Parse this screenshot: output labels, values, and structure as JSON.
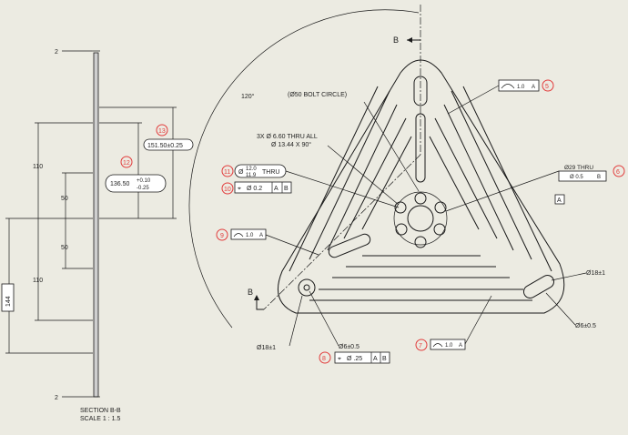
{
  "section_view": {
    "title": "SECTION B-B",
    "scale": "SCALE 1 : 1.5",
    "dim_top": "2",
    "dim_bottom": "2",
    "dim_110_upper": "110",
    "dim_110_lower": "110",
    "dim_50_upper": "50",
    "dim_50_lower": "50",
    "dim_144": "144",
    "dim_13650": "136.50",
    "dim_13650_tol_plus": "+0.10",
    "dim_13650_tol_minus": "-0.25",
    "dim_15150": "151.50±0.25",
    "balloon_12": "12",
    "balloon_13": "13"
  },
  "plan_view": {
    "cut_label_top": "B",
    "cut_label_bottom": "B",
    "angle": "120°",
    "bolt_circle": "(Ø50 BOLT CIRCLE)",
    "holes_line1": "3X  Ø  6.60 THRU ALL",
    "holes_line2": "Ø  13.44 X 90°",
    "dia_12_top": "12.0",
    "dia_12_bottom": "11.9",
    "dia_12_suffix": "THRU",
    "dia_prefix": "Ø",
    "gdt_10_tol": "Ø 0.2",
    "gdt_10_a": "A",
    "gdt_10_b": "B",
    "balloon_11": "11",
    "balloon_10": "10",
    "balloon_9": "9",
    "gdt_9_tol": "1.0",
    "gdt_9_ref": "A",
    "balloon_5": "5",
    "gdt_5_tol": "1.0",
    "gdt_5_ref": "A",
    "dia_29": "Ø29 THRU",
    "gdt_6_tol": "Ø 0.5",
    "gdt_6_ref": "B",
    "datum_a": "A",
    "balloon_6": "6",
    "dia_18_right": "Ø18±1",
    "dia_6_right": "Ø6±0.5",
    "dia_18_left": "Ø18±1",
    "dia_6_bottom": "Ø6±0.5",
    "balloon_8": "8",
    "gdt_8_tol": "Ø .25",
    "gdt_8_a": "A",
    "gdt_8_b": "B",
    "balloon_7": "7",
    "gdt_7_tol": "1.0",
    "gdt_7_ref": "A"
  },
  "colors": {
    "background": "#ecebe2",
    "balloon": "#e23c3c",
    "line": "#1a1a1a"
  }
}
